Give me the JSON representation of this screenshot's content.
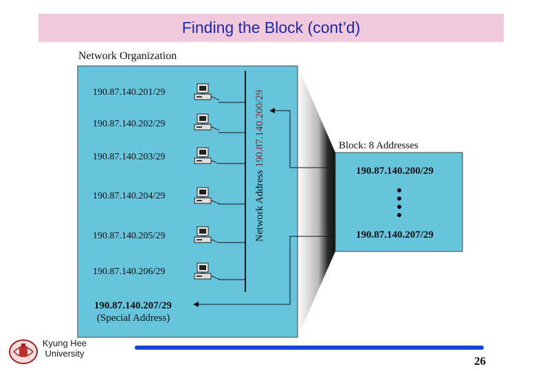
{
  "slide": {
    "title": "Finding the Block (cont’d)",
    "page_number": "26",
    "university": "Kyung Hee\nUniversity"
  },
  "diagram": {
    "panel_title": "Network Organization",
    "hosts": [
      "190.87.140.201/29",
      "190.87.140.202/29",
      "190.87.140.203/29",
      "190.87.140.204/29",
      "190.87.140.205/29",
      "190.87.140.206/29"
    ],
    "network_address_label": "Network Address",
    "network_address_value": "190.87.140.200/29",
    "special_address": "190.87.140.207/29",
    "special_address_note": "(Special Address)",
    "block_title": "Block: 8 Addresses",
    "block_first": "190.87.140.200/29",
    "block_last": "190.87.140.207/29",
    "colors": {
      "panel": "#66c4dc",
      "title_bg": "#f2c9dc",
      "title_text": "#1a2aa8",
      "network_value": "#8b1a1a",
      "footer_line": "#1745d6"
    }
  }
}
